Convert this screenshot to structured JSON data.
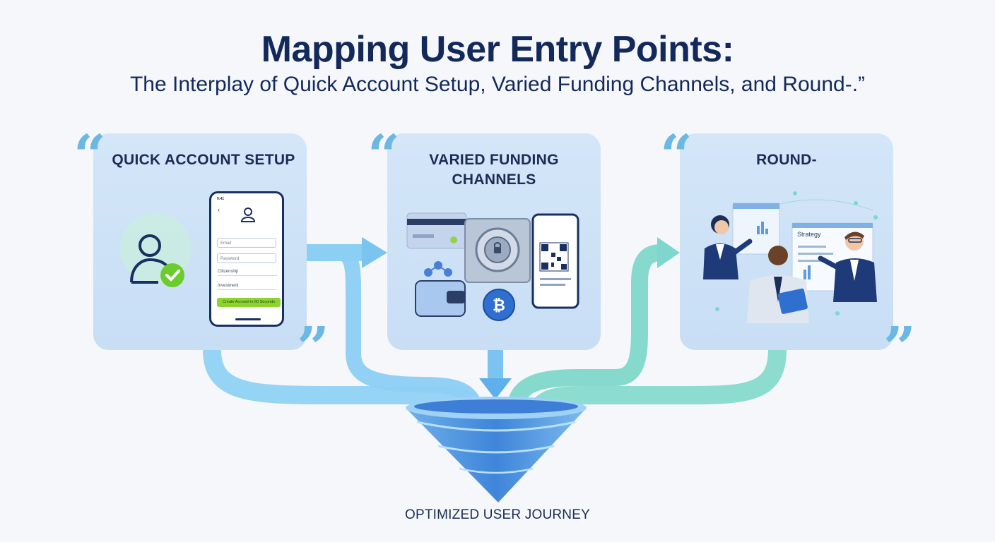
{
  "header": {
    "title": "Mapping User Entry Points:",
    "subtitle": "The Interplay of Quick Account Setup, Varied Funding Channels, and Round-.”"
  },
  "cards": [
    {
      "title": "QUICK ACCOUNT SETUP",
      "icon": "user-check-icon"
    },
    {
      "title": "VARIED FUNDING\nCHANNELS",
      "icons": [
        "credit-card-icon",
        "vault-icon",
        "wallet-icon",
        "bitcoin-icon",
        "qr-phone-icon"
      ]
    },
    {
      "title": "ROUND-",
      "icons": [
        "team-meeting-icon",
        "strategy-board-icon"
      ]
    }
  ],
  "phone_form": {
    "status": "9:41",
    "fields": [
      "Email",
      "Password"
    ],
    "rows": [
      "Citizenship",
      "Investment"
    ],
    "button": "Create Account in 60 Seconds"
  },
  "board_label": "Strategy",
  "funnel": {
    "label": "OPTIMIZED USER JOURNEY"
  },
  "colors": {
    "navy": "#13295c",
    "card": "#d0e3f7",
    "flow_blue": "#7cc4f0",
    "flow_teal": "#7ed6cf",
    "funnel": "#4f8fdc",
    "quote": "#6cb8e4"
  }
}
